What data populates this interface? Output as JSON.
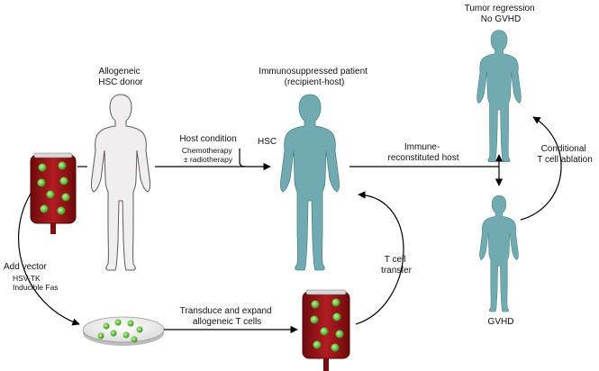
{
  "labels": {
    "donor": [
      "Allogeneic",
      "HSC donor"
    ],
    "patient": [
      "Immunosuppressed patient",
      "(recipient-host)"
    ],
    "tumor": [
      "Tumor regression",
      "No GVHD"
    ],
    "host_condition": "Host condition",
    "host_condition_detail": [
      "Chemotherapy",
      "± radiotherapy"
    ],
    "hsc": "HSC",
    "immune": [
      "Immune-",
      "reconstituted host"
    ],
    "ablation": [
      "Conditional",
      "T cell ablation"
    ],
    "add_vector": "Add vector",
    "add_vector_detail": [
      "HSV-TK",
      "Inducible Fas"
    ],
    "transduce": [
      "Transduce and expand",
      "allogeneic T cells"
    ],
    "transfer": [
      "T cell",
      "transfer"
    ],
    "gvhd": "GVHD"
  },
  "colors": {
    "patient_figure": "#72aab2",
    "donor_figure": "#f0eeee",
    "blood_bag": "#a5161b",
    "cell": "#67c240",
    "arrow": "#000000"
  }
}
